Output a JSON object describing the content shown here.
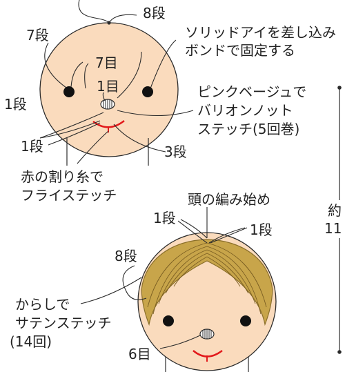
{
  "colors": {
    "skin": "#fadbbd",
    "outline": "#2b2b2b",
    "hair": "#c8a54a",
    "hair_stroke": "#8a6f2a",
    "mouth": "#e2191b",
    "eye": "#111111"
  },
  "top_figure": {
    "rows_8": "8段",
    "rows_7": "7段",
    "stitch_7": "7目",
    "stitch_1": "1目",
    "rows_1a": "1段",
    "rows_1b": "1段",
    "rows_3": "3段",
    "eye_note": [
      "ソリッドアイを差し込み",
      "ボンドで固定する"
    ],
    "nose_note": [
      "ピンクベージュで",
      "バリオンノット",
      "ステッチ(5回巻)"
    ],
    "mouth_note": [
      "赤の割り糸で",
      "フライステッチ"
    ]
  },
  "bottom_figure": {
    "head_start": "頭の編み始め",
    "rows_1_left": "1段",
    "rows_1_right": "1段",
    "rows_8": "8段",
    "hair_note": [
      "からしで",
      "サテンステッチ",
      "(14回)"
    ],
    "stitch_6": "6目"
  },
  "side_note": {
    "text_1": "約",
    "text_2": "11"
  }
}
